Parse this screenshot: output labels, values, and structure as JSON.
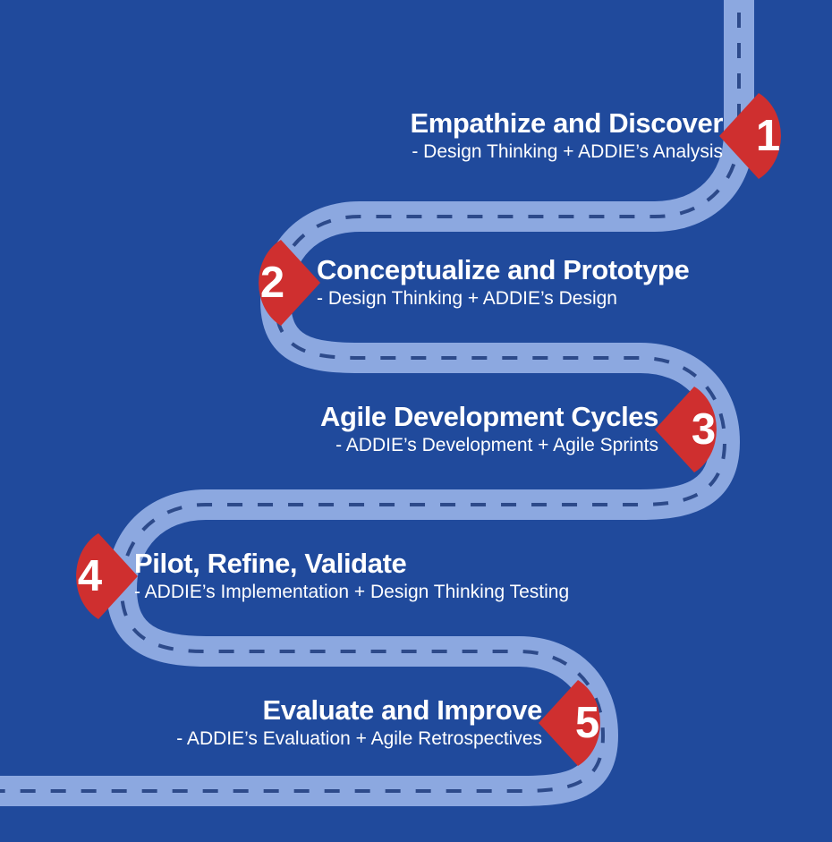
{
  "theme": {
    "background_color": "#204a9c",
    "road_fill": "#8ca8e0",
    "road_dash": "#2d4a8a",
    "marker_color": "#cf2f2f",
    "text_color": "#ffffff"
  },
  "steps": [
    {
      "number": "1",
      "title": "Empathize and Discover",
      "subtitle": "- Design Thinking + ADDIE’s Analysis",
      "marker_direction": "point-left",
      "side": "right"
    },
    {
      "number": "2",
      "title": "Conceptualize and Prototype",
      "subtitle": "- Design Thinking + ADDIE’s Design",
      "marker_direction": "point-right",
      "side": "left"
    },
    {
      "number": "3",
      "title": "Agile Development Cycles",
      "subtitle": "- ADDIE’s Development + Agile Sprints",
      "marker_direction": "point-left",
      "side": "right"
    },
    {
      "number": "4",
      "title": "Pilot, Refine, Validate",
      "subtitle": "- ADDIE’s Implementation + Design Thinking Testing",
      "marker_direction": "point-right",
      "side": "left"
    },
    {
      "number": "5",
      "title": "Evaluate and Improve",
      "subtitle": "- ADDIE’s Evaluation + Agile Retrospectives",
      "marker_direction": "point-left",
      "side": "right"
    }
  ]
}
